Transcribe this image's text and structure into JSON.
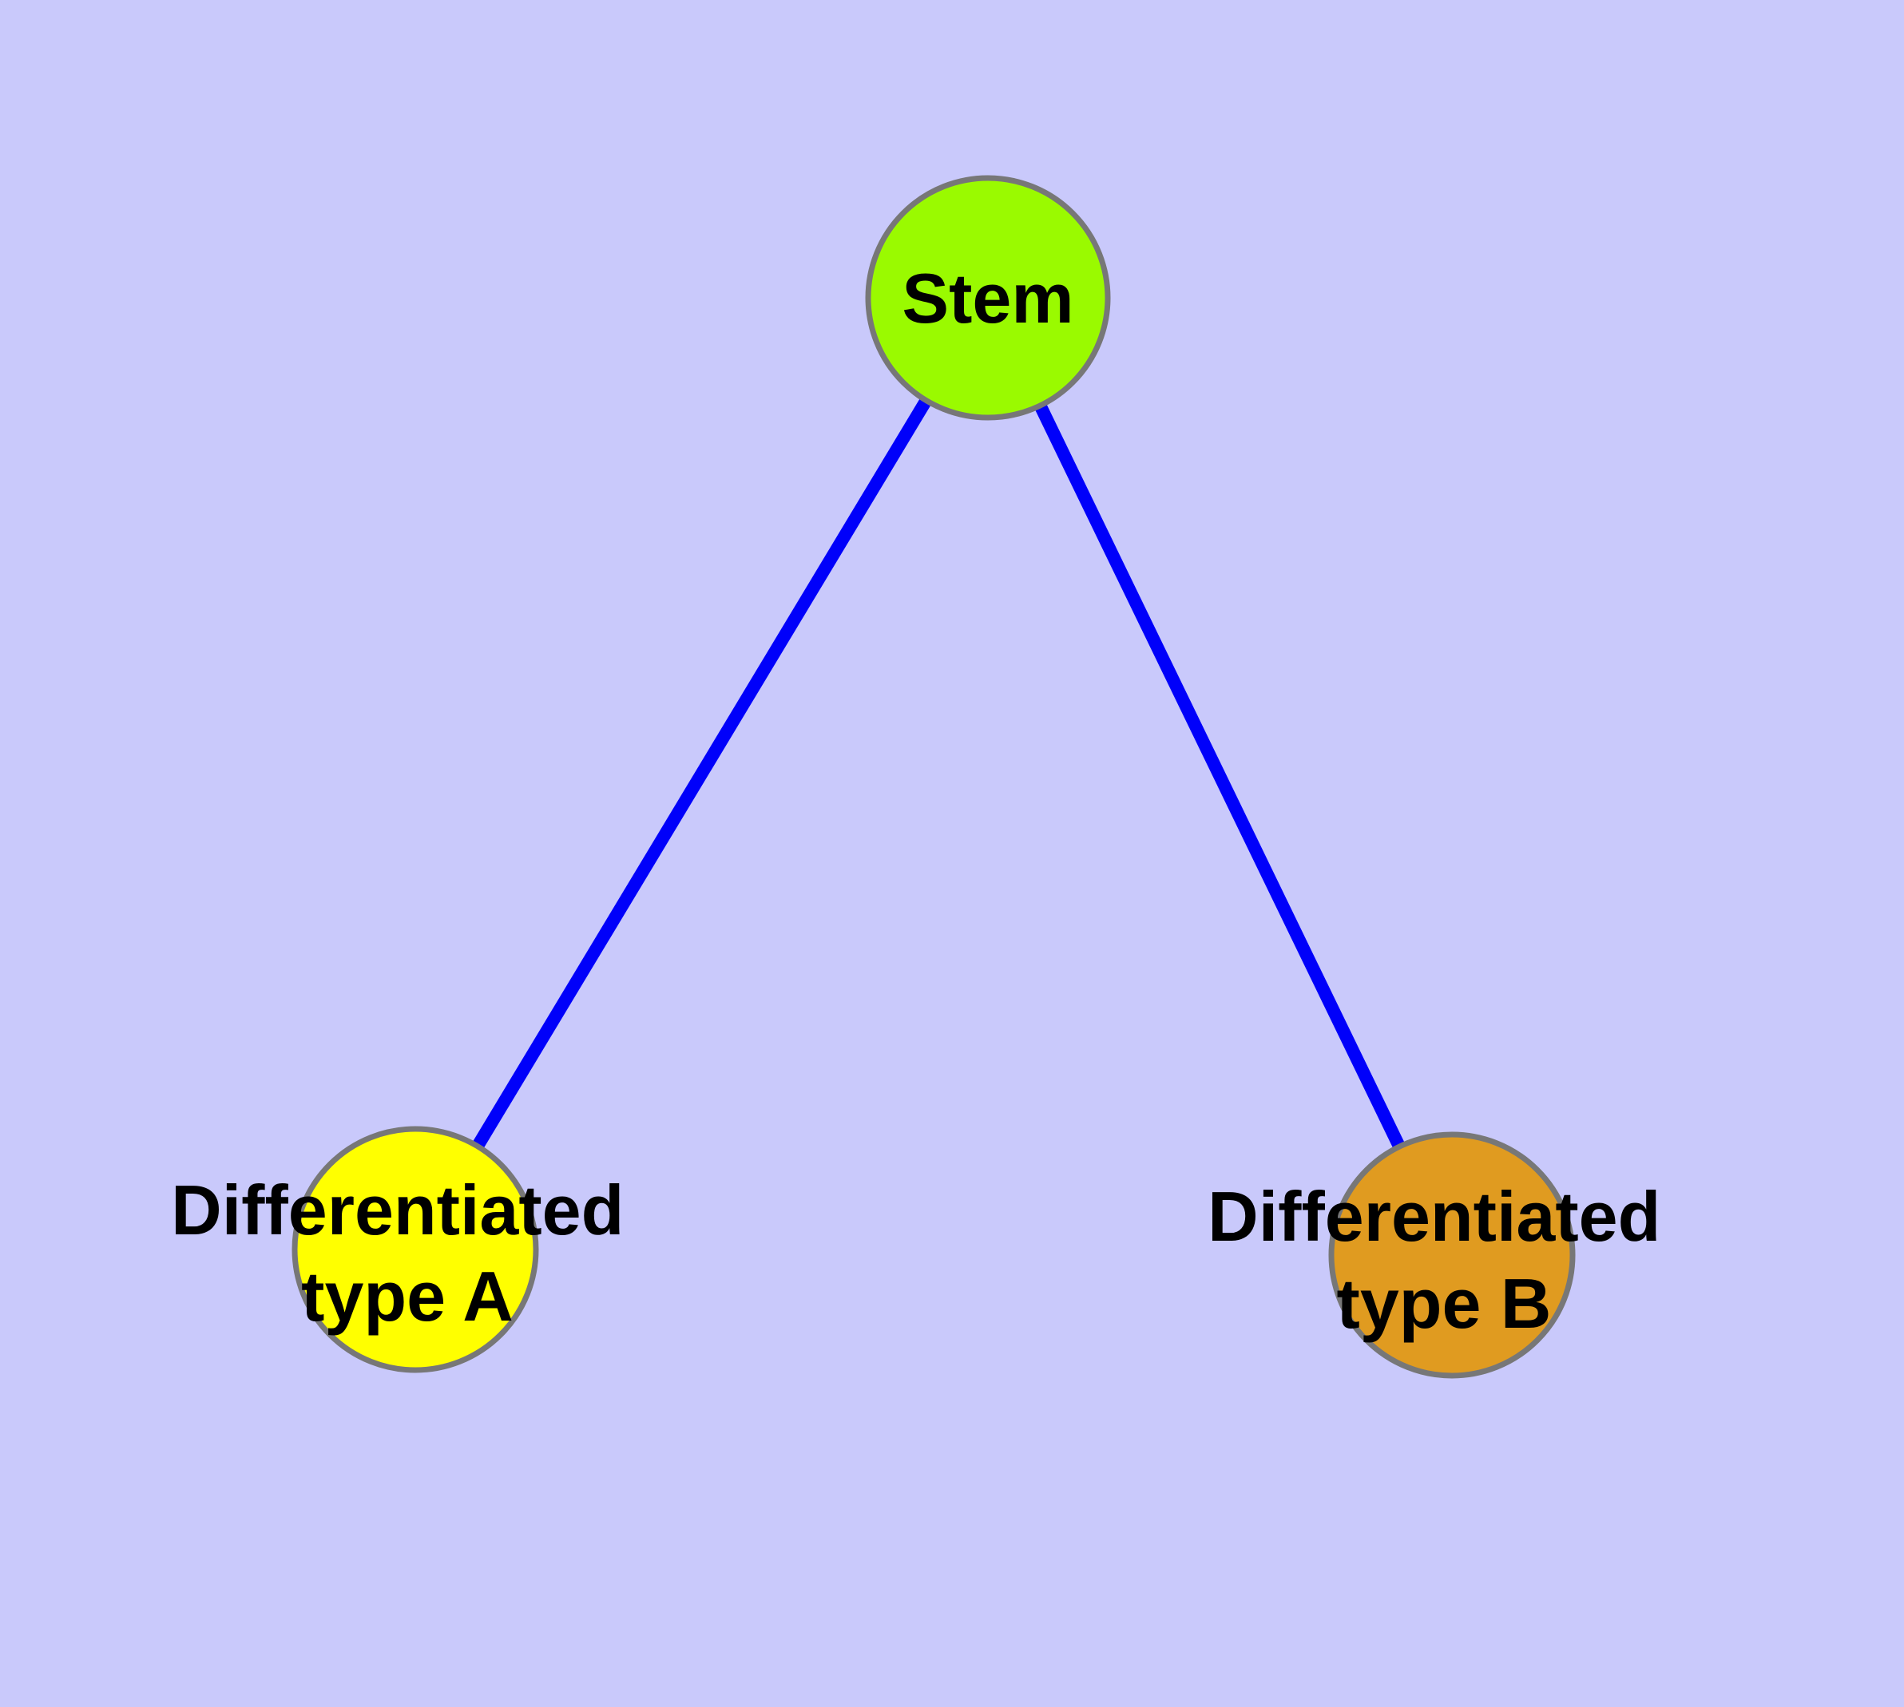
{
  "diagram": {
    "type": "node-link-graph",
    "background_color": "#C9C9FB",
    "edge_color": "#0000FA",
    "node_border_color": "#777777",
    "label_color": "#000000",
    "nodes": [
      {
        "id": "stem",
        "label": "Stem",
        "fill": "#9AFA00"
      },
      {
        "id": "differentiated-type-a",
        "label_line1": "Differentiated",
        "label_line2": "type A",
        "fill": "#FFFF00"
      },
      {
        "id": "differentiated-type-b",
        "label_line1": "Differentiated",
        "label_line2": "type B",
        "fill": "#E09B20"
      }
    ],
    "edges": [
      {
        "source": "stem",
        "target": "differentiated-type-a"
      },
      {
        "source": "stem",
        "target": "differentiated-type-b"
      }
    ]
  }
}
